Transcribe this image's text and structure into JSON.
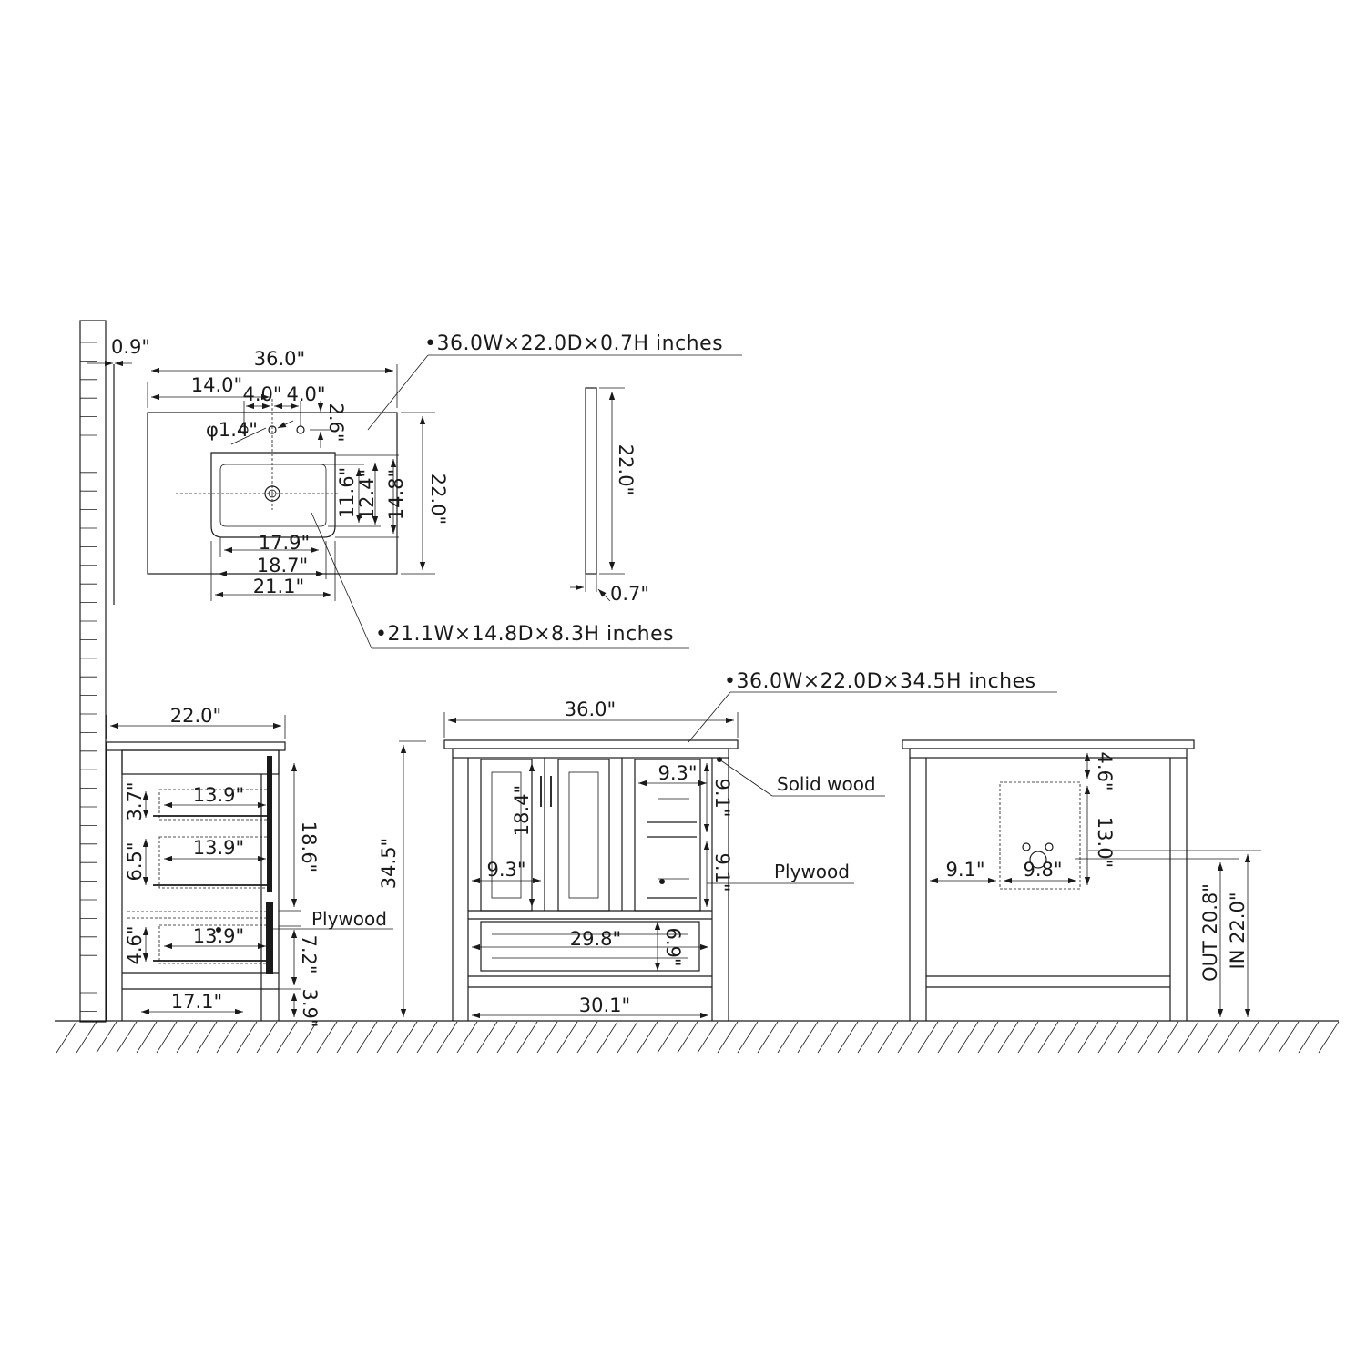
{
  "notes": {
    "countertop": "•36.0W×22.0D×0.7H inches",
    "sink": "•21.1W×14.8D×8.3H inches",
    "vanity": "•36.0W×22.0D×34.5H inches"
  },
  "labels": {
    "solid_wood": "Solid wood",
    "plywood_front": "Plywood",
    "plywood_side": "Plywood"
  },
  "top_view": {
    "width": "36.0\"",
    "offset": "14.0\"",
    "spread_left": "4.0\"",
    "spread_right": "4.0\"",
    "back_gap": "2.6\"",
    "hole": "φ1.4\"",
    "depth": "22.0\"",
    "bowl_inner_depth": "11.6\"",
    "bowl_mid_depth": "12.4\"",
    "bowl_outer_depth": "14.8\"",
    "bowl_inner_width": "17.9\"",
    "bowl_mid_width": "18.7\"",
    "bowl_outer_width": "21.1\""
  },
  "edge_view": {
    "depth": "22.0\"",
    "thickness": "0.7\""
  },
  "wall": {
    "gap": "0.9\""
  },
  "side_view": {
    "depth": "22.0\"",
    "shelf1": "13.9\"",
    "shelf2": "13.9\"",
    "shelf3": "13.9\"",
    "h1": "3.7\"",
    "h2": "6.5\"",
    "h3": "4.6\"",
    "upper_height": "18.6\"",
    "drawer_height": "7.2\"",
    "toe_height": "3.9\"",
    "base_depth": "17.1\"",
    "total_height": "34.5\""
  },
  "front_view": {
    "width": "36.0\"",
    "door_height": "18.4\"",
    "door_width": "9.3\"",
    "drawer_width": "9.3\"",
    "drawer1_height": "9.1\"",
    "drawer2_height": "9.1\"",
    "bottom_drawer_width": "29.8\"",
    "bottom_drawer_height": "6.9\"",
    "inner_width": "30.1\""
  },
  "back_view": {
    "top_gap": "4.6\"",
    "cutout_height": "13.0\"",
    "left_gap": "9.1\"",
    "cutout_width": "9.8\"",
    "out_height": "OUT 20.8\"",
    "in_height": "IN 22.0\""
  }
}
